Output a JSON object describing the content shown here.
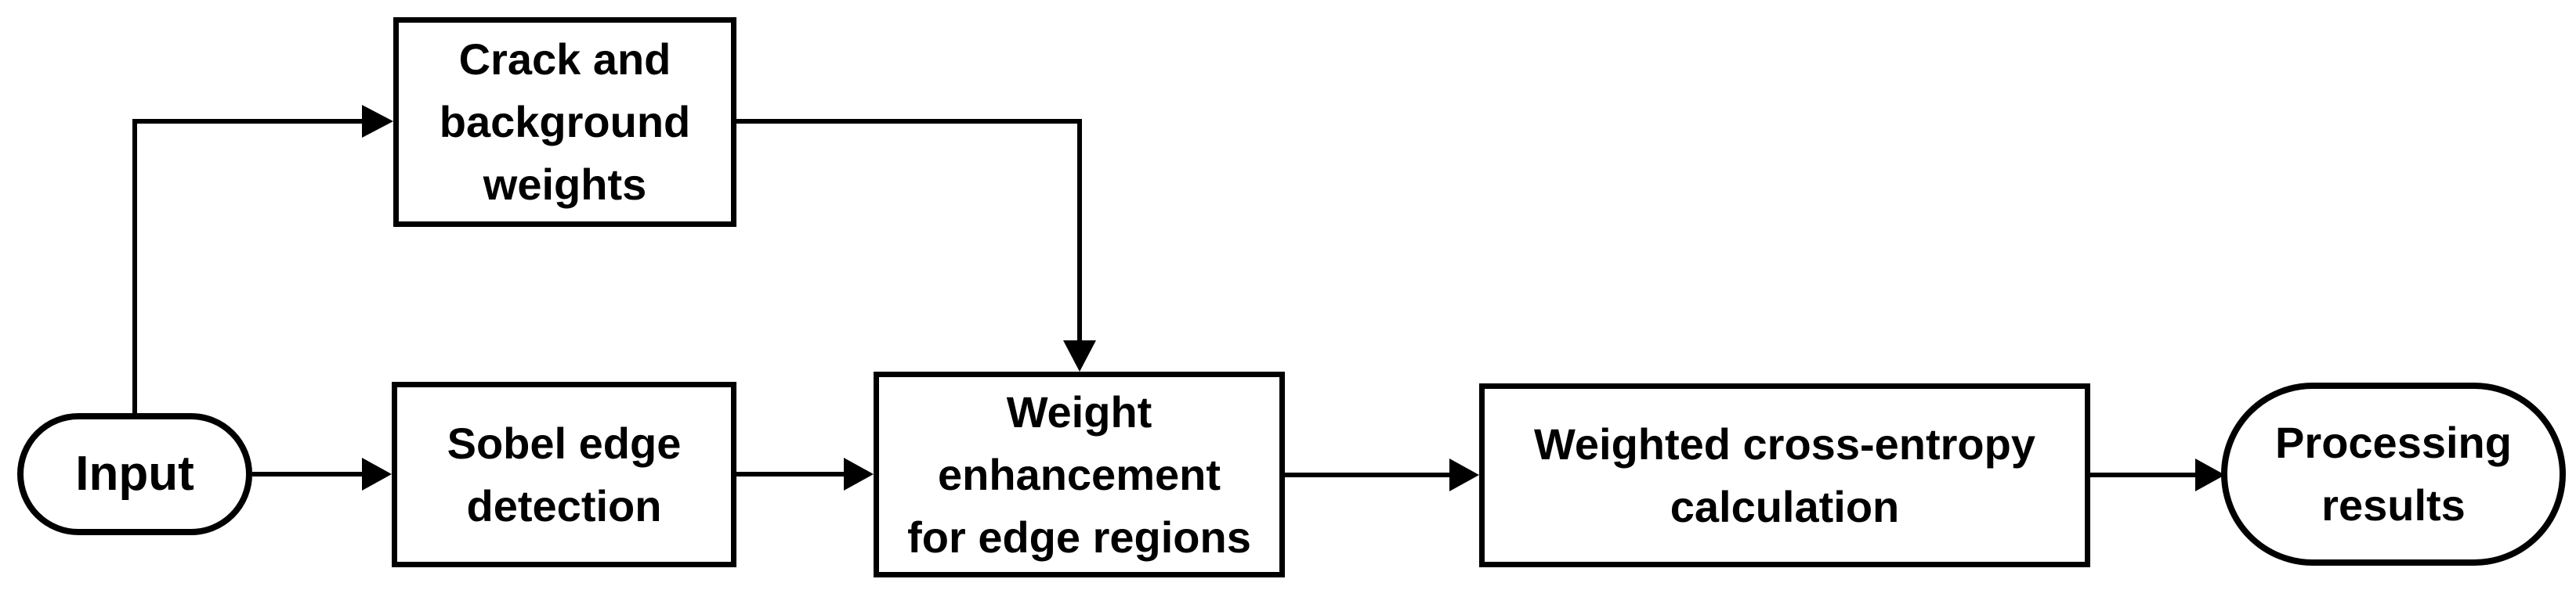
{
  "figure": {
    "type": "flowchart",
    "background_color": "#ffffff",
    "line_color": "#000000",
    "text_color": "#000000",
    "nodes": {
      "input": {
        "shape": "stadium",
        "lines": [
          "Input"
        ]
      },
      "crack_weights": {
        "shape": "rect",
        "lines": [
          "Crack and",
          "background",
          "weights"
        ]
      },
      "sobel": {
        "shape": "rect",
        "lines": [
          "Sobel edge",
          "detection"
        ]
      },
      "weight_enhancement": {
        "shape": "rect",
        "lines": [
          "Weight",
          "enhancement",
          "for edge regions"
        ]
      },
      "cross_entropy": {
        "shape": "rect",
        "lines": [
          "Weighted cross-entropy",
          "calculation"
        ]
      },
      "results": {
        "shape": "stadium",
        "lines": [
          "Processing",
          "results"
        ]
      }
    },
    "edges": [
      {
        "from": "input",
        "to": "crack_weights"
      },
      {
        "from": "input",
        "to": "sobel"
      },
      {
        "from": "crack_weights",
        "to": "weight_enhancement"
      },
      {
        "from": "sobel",
        "to": "weight_enhancement"
      },
      {
        "from": "weight_enhancement",
        "to": "cross_entropy"
      },
      {
        "from": "cross_entropy",
        "to": "results"
      }
    ]
  }
}
